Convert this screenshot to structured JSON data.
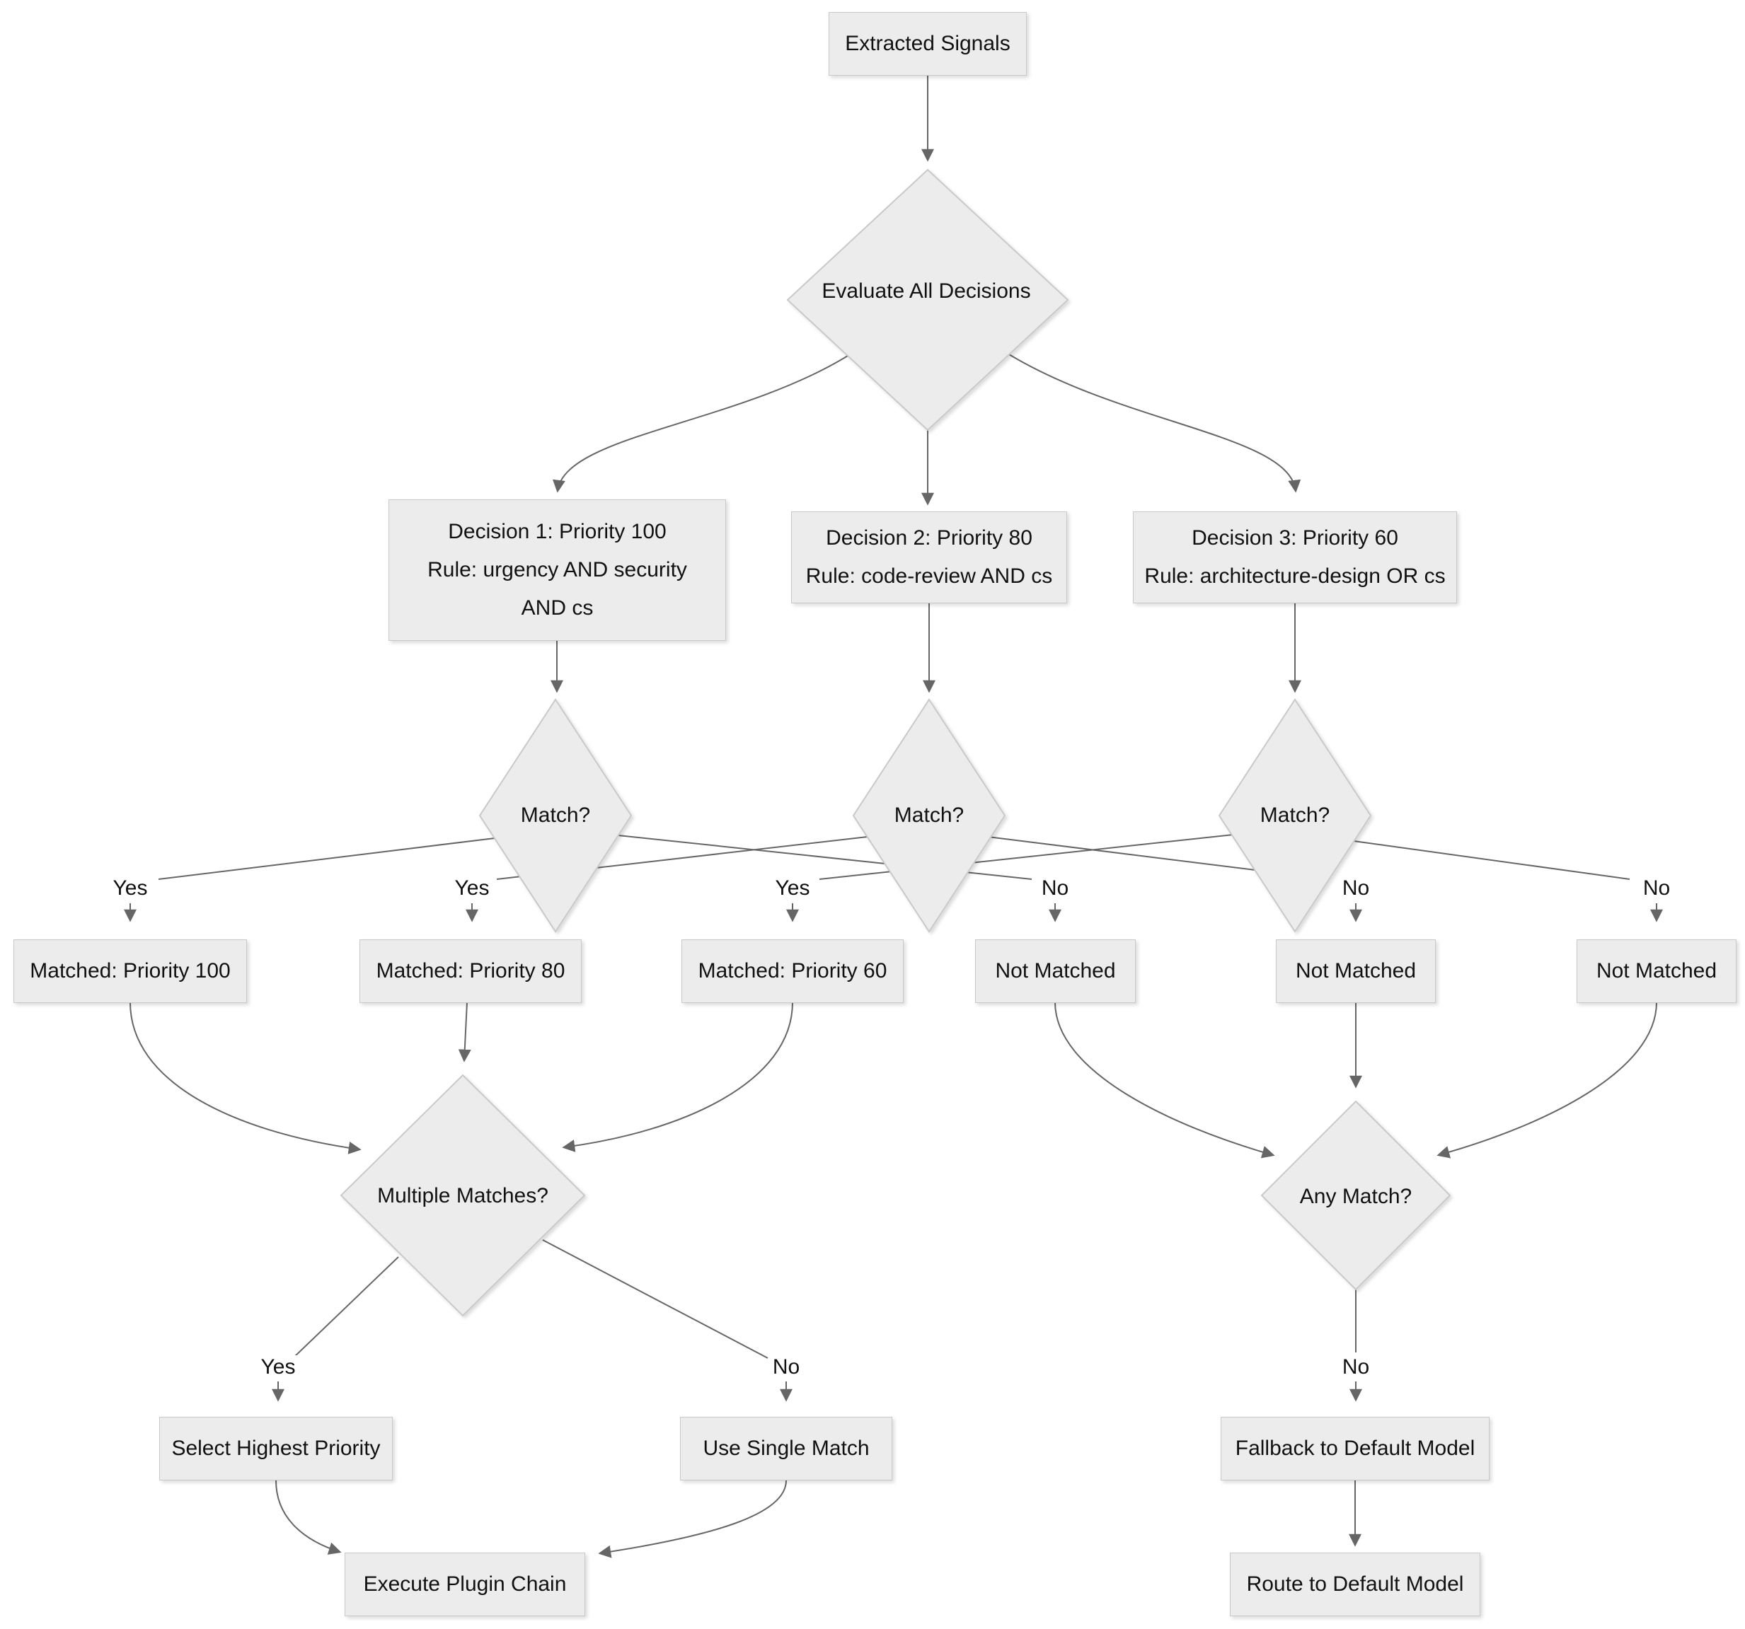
{
  "diagram": {
    "nodes": {
      "extracted": {
        "label": "Extracted Signals"
      },
      "evaluate": {
        "label": "Evaluate All Decisions"
      },
      "decision1": {
        "label": "Decision 1: Priority 100\nRule: urgency AND security\nAND cs"
      },
      "decision2": {
        "label": "Decision 2: Priority 80\nRule: code-review AND cs"
      },
      "decision3": {
        "label": "Decision 3: Priority 60\nRule: architecture-design OR cs"
      },
      "match1": {
        "label": "Match?"
      },
      "match2": {
        "label": "Match?"
      },
      "match3": {
        "label": "Match?"
      },
      "matched100": {
        "label": "Matched: Priority 100"
      },
      "matched80": {
        "label": "Matched: Priority 80"
      },
      "matched60": {
        "label": "Matched: Priority 60"
      },
      "notmatched1": {
        "label": "Not Matched"
      },
      "notmatched2": {
        "label": "Not Matched"
      },
      "notmatched3": {
        "label": "Not Matched"
      },
      "multiple": {
        "label": "Multiple Matches?"
      },
      "anymatch": {
        "label": "Any Match?"
      },
      "selecthighest": {
        "label": "Select Highest Priority"
      },
      "usesingle": {
        "label": "Use Single Match"
      },
      "fallback": {
        "label": "Fallback to Default Model"
      },
      "execute": {
        "label": "Execute Plugin Chain"
      },
      "route": {
        "label": "Route to Default Model"
      }
    },
    "edge_labels": {
      "match1_yes": "Yes",
      "match2_yes": "Yes",
      "match3_yes": "Yes",
      "match1_no": "No",
      "match2_no": "No",
      "match3_no": "No",
      "multiple_yes": "Yes",
      "multiple_no": "No",
      "anymatch_no": "No"
    },
    "colors": {
      "node_fill": "#ececec",
      "node_border": "#c9c9c9",
      "edge": "#666666",
      "text": "#111111",
      "bg": "#ffffff"
    }
  }
}
